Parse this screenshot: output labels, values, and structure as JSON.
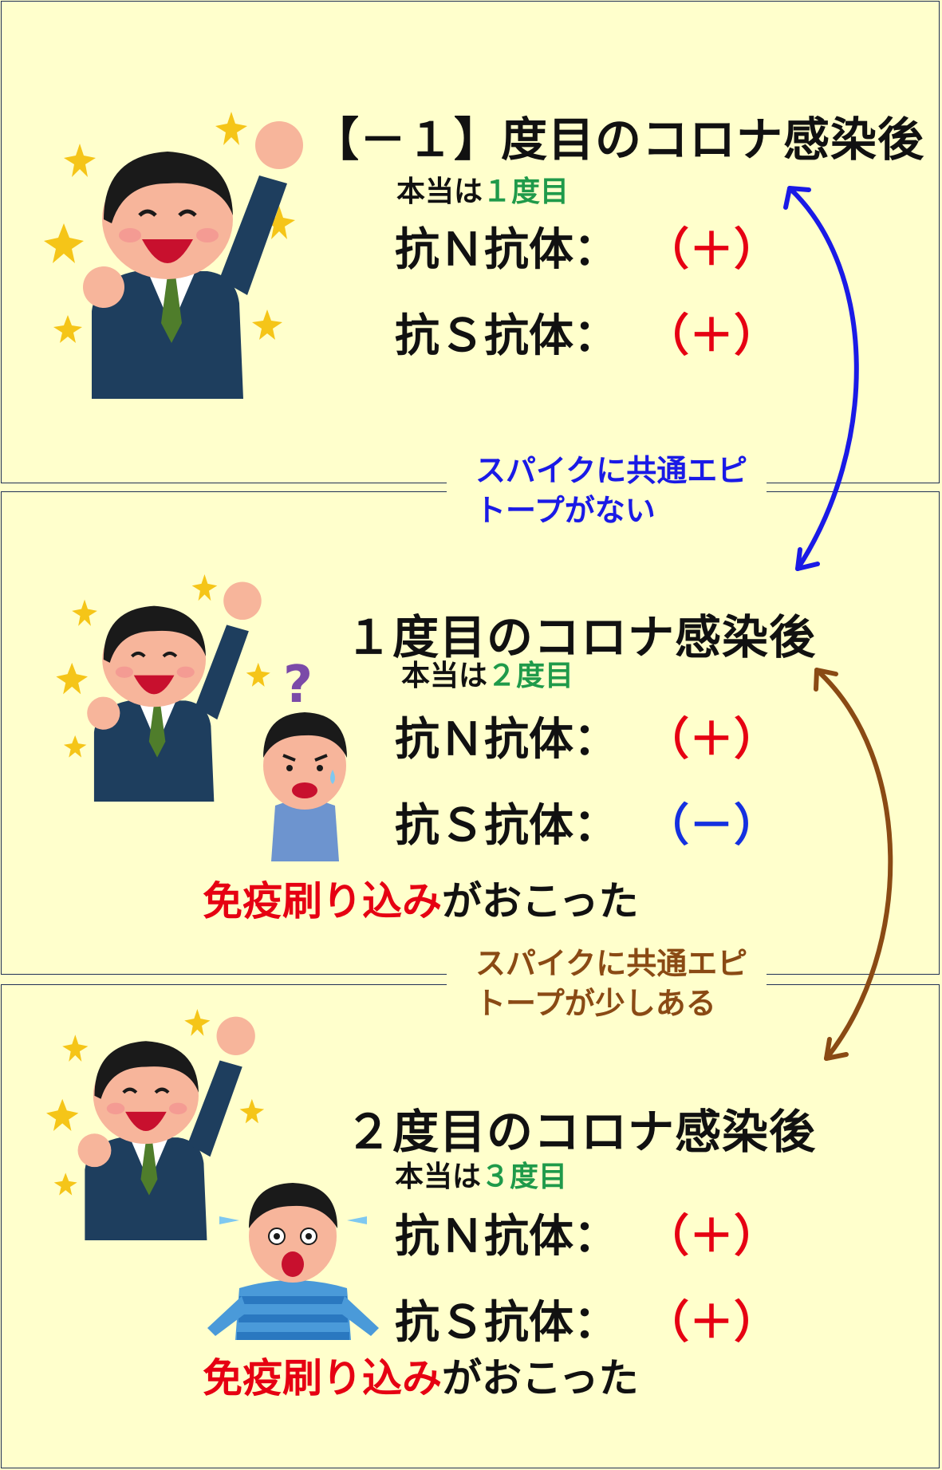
{
  "panels": [
    {
      "title": "【－１】度目のコロナ感染後",
      "actual_prefix": "本当は",
      "actual_count": "１度目",
      "antibodies": [
        {
          "label": "抗Ｎ抗体：",
          "result": "（＋）",
          "status": "positive"
        },
        {
          "label": "抗Ｓ抗体：",
          "result": "（＋）",
          "status": "positive"
        }
      ]
    },
    {
      "title": "１度目のコロナ感染後",
      "actual_prefix": "本当は",
      "actual_count": "２度目",
      "antibodies": [
        {
          "label": "抗Ｎ抗体：",
          "result": "（＋）",
          "status": "positive"
        },
        {
          "label": "抗Ｓ抗体：",
          "result": "（－）",
          "status": "negative"
        }
      ],
      "imprint_red": "免疫刷り込み",
      "imprint_rest": "がおこった"
    },
    {
      "title": "２度目のコロナ感染後",
      "actual_prefix": "本当は",
      "actual_count": "３度目",
      "antibodies": [
        {
          "label": "抗Ｎ抗体：",
          "result": "（＋）",
          "status": "positive"
        },
        {
          "label": "抗Ｓ抗体：",
          "result": "（＋）",
          "status": "positive"
        }
      ],
      "imprint_red": "免疫刷り込み",
      "imprint_rest": "がおこった"
    }
  ],
  "connectors": [
    {
      "line1": "スパイクに共通エピ",
      "line2": "トープがない",
      "color": "#1a1ae6"
    },
    {
      "line1": "スパイクに共通エピ",
      "line2": "トープが少しある",
      "color": "#8a4a14"
    }
  ],
  "colors": {
    "background": "#ffffcc",
    "positive": "#e60012",
    "negative": "#1430e0",
    "count_highlight": "#1f9a4a"
  },
  "illustrations": [
    "happy-businessman-icon",
    "confused-boy-icon",
    "surprised-boy-icon",
    "sparkle-star-icon"
  ]
}
